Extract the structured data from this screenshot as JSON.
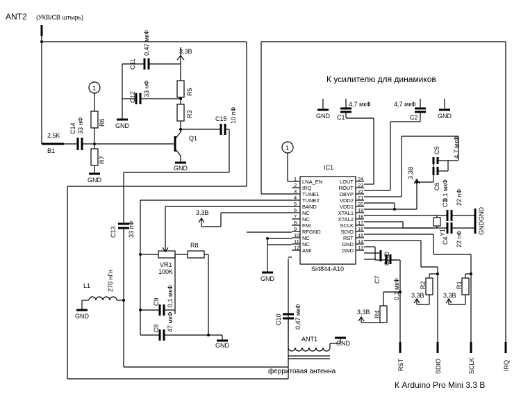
{
  "antenna_ant2": "ANT2",
  "antenna_ant2_note": "(УКВ/СВ штырь)",
  "amp_header": "К усилителю для динамиков",
  "arduino_footer": "К Arduino Pro Mini 3.3 В",
  "ferrite_label": "ферритовая антенна",
  "ant1_label": "ANT1",
  "ic": {
    "ref": "IC1",
    "part": "Si4844-A10",
    "left_pins": [
      {
        "num": "1",
        "name": "LNA_EN"
      },
      {
        "num": "2",
        "name": "IRQ"
      },
      {
        "num": "3",
        "name": "TUNE1"
      },
      {
        "num": "4",
        "name": "TUNE2"
      },
      {
        "num": "5",
        "name": "BAND"
      },
      {
        "num": "6",
        "name": "NC"
      },
      {
        "num": "7",
        "name": "NC"
      },
      {
        "num": "8",
        "name": "FMI"
      },
      {
        "num": "9",
        "name": "RFGND"
      },
      {
        "num": "10",
        "name": "NC"
      },
      {
        "num": "11",
        "name": "NC"
      },
      {
        "num": "12",
        "name": "AMI"
      }
    ],
    "right_pins": [
      {
        "num": "24",
        "name": "LOUT"
      },
      {
        "num": "23",
        "name": "ROUT"
      },
      {
        "num": "22",
        "name": "DBYP"
      },
      {
        "num": "21",
        "name": "VDD2"
      },
      {
        "num": "20",
        "name": "VDD1"
      },
      {
        "num": "19",
        "name": "XTAL1"
      },
      {
        "num": "18",
        "name": "XTAL2"
      },
      {
        "num": "17",
        "name": "SCLK"
      },
      {
        "num": "16",
        "name": "SDIO"
      },
      {
        "num": "15",
        "name": "RST"
      },
      {
        "num": "14",
        "name": "GND"
      },
      {
        "num": "13",
        "name": "GND"
      }
    ]
  },
  "parts": {
    "b1": "B1",
    "b1_val": "2.5K",
    "c14": "C14",
    "c14_val": "33 нФ",
    "r6": "R6",
    "r7": "R7",
    "c11": "C11",
    "c11_val": "0,47 мкФ",
    "c12": "C12",
    "c12_val": "33 нФ",
    "r5": "R5",
    "r3": "R3",
    "q1": "Q1",
    "c15": "C15",
    "c15_val": "10 пФ",
    "c13": "C13",
    "c13_val": "33 пФ",
    "l1": "L1",
    "l1_val": "270 нГн",
    "vr1": "VR1",
    "vr1_val": "100K",
    "r8": "R8",
    "c9": "C9",
    "c9_val": "0,1 мкФ",
    "c8": "C8",
    "c8_val": "47 мкФ",
    "c10": "C10",
    "c10_val": "0,47 мкФ",
    "c1": "C1",
    "c1_val": "4,7 мкФ",
    "c2": "C2",
    "c2_val": "4,7 мкФ",
    "c5": "C5",
    "c5_val": "4,7 мкФ",
    "c6": "C6",
    "c6_val": "0,1 мкФ",
    "c3": "C3",
    "c3_val": "22 пФ",
    "c4": "C4",
    "c4_val": "22 пФ",
    "y1": "Y1",
    "c7": "C7",
    "c7_val": "0,1 мкФ",
    "r4": "R4",
    "r2": "R2",
    "r1": "R1"
  },
  "net": {
    "gnd": "GND",
    "v33": "3,3В",
    "v33b": "3.3В",
    "node1": "1"
  },
  "arduino_pins": [
    "RST",
    "SDIO",
    "SCLK",
    "IRQ"
  ]
}
